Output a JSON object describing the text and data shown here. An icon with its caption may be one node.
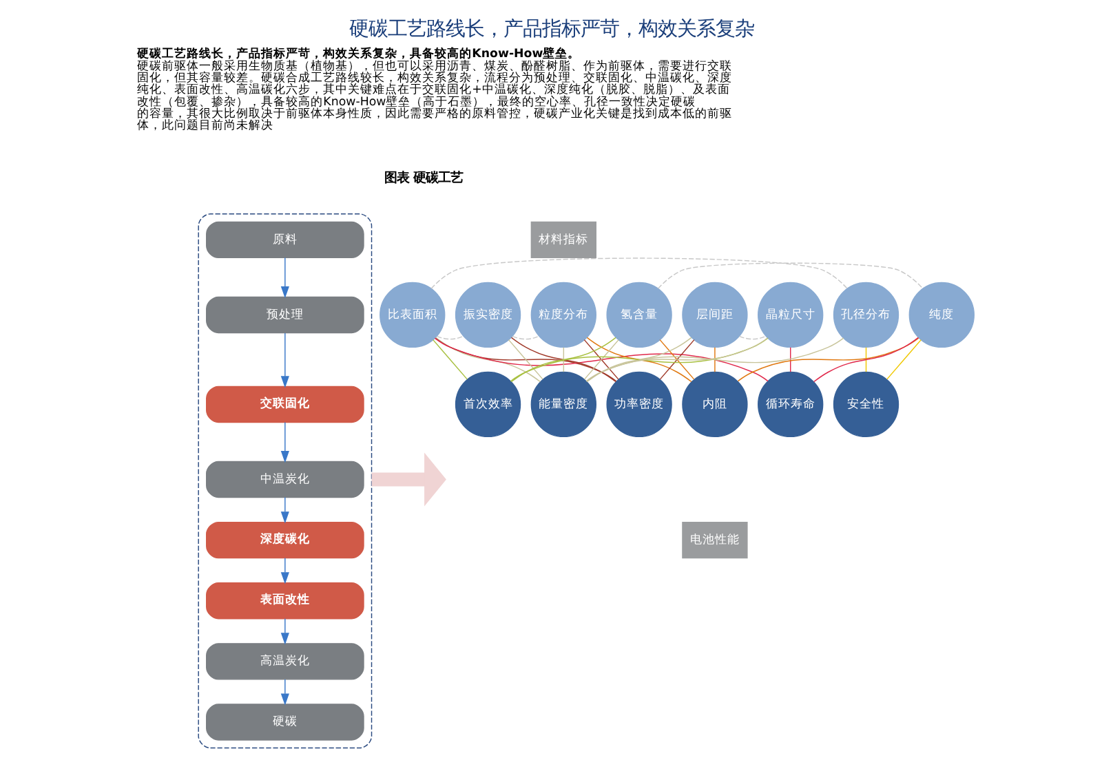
{
  "diagram": {
    "title": "硬碳工艺路线长，产品指标严苛，构效关系复杂",
    "nodes": [
      {
        "text": [],
        "shape": "box"
      },
      {
        "text": [
          "原料"
        ],
        "in": 0
      },
      {
        "text": [
          "预处理"
        ],
        "in": 0
      },
      {
        "text": [
          "交联固化"
        ],
        "in": 0
      },
      {
        "text": [
          "中温炭化"
        ],
        "in": 0
      },
      {
        "text": [
          "深度碳化"
        ],
        "in": 0
      },
      {
        "text": [
          "表面改性"
        ],
        "in": 0
      },
      {
        "text": [
          "高温炭化"
        ],
        "in": 0
      },
      {
        "text": [
          "硬碳"
        ],
        "in": 0
      },
      {
        "text": [
          "材料指标"
        ]
      },
      {
        "text": [
          "比表面积"
        ]
      },
      {
        "text": [
          "振实密度"
        ]
      },
      {
        "text": [
          "粒度分布"
        ]
      },
      {
        "text": [
          "氢含量"
        ]
      },
      {
        "text": [
          "层间距"
        ]
      },
      {
        "text": [
          "晶粒尺寸"
        ]
      },
      {
        "text": [
          "孔径分布"
        ]
      },
      {
        "text": [
          "纯度"
        ]
      },
      {
        "text": [
          "首次效率"
        ]
      },
      {
        "text": [
          "能量密度"
        ]
      },
      {
        "text": [
          "功率密度"
        ]
      },
      {
        "text": [
          "内阻"
        ]
      },
      {
        "text": [
          "循环寿命"
        ]
      },
      {
        "text": [
          "安全性"
        ]
      },
      {
        "text": [
          "电池性能"
        ]
      }
    ],
    "edges": [
      {
        "from": 1,
        "to": 2,
        "arrow": "to"
      },
      {
        "from": 2,
        "to": 3,
        "arrow": "to"
      },
      {
        "from": 3,
        "to": 4,
        "arrow": "to"
      },
      {
        "from": 4,
        "to": 5,
        "arrow": "to"
      },
      {
        "from": 5,
        "to": 6,
        "arrow": "to"
      },
      {
        "from": 6,
        "to": 7,
        "arrow": "to"
      },
      {
        "from": 7,
        "to": 8,
        "arrow": "to"
      },
      {
        "from": 0,
        "to": null,
        "arrow": "to",
        "style": "thick",
        "color": "#f0d4d4"
      },
      {
        "from": 10,
        "to": 11,
        "arrow": "none",
        "style": "dashed",
        "color": "#c8c8c8"
      },
      {
        "from": 11,
        "to": 12,
        "arrow": "none",
        "style": "dashed",
        "color": "#c8c8c8"
      },
      {
        "from": 10,
        "to": 16,
        "arrow": "none",
        "style": "dashed",
        "color": "#c8c8c8"
      },
      {
        "from": 13,
        "to": 17,
        "arrow": "none",
        "style": "dashed",
        "color": "#c8c8c8"
      },
      {
        "from": 14,
        "to": 15,
        "arrow": "none",
        "style": "dashed",
        "color": "#c8c8c8"
      },
      {
        "from": 10,
        "to": 18,
        "arrow": "none",
        "color": "#a8c040"
      },
      {
        "from": 10,
        "to": 19,
        "arrow": "none",
        "color": "#c8c49a"
      },
      {
        "from": 10,
        "to": 20,
        "arrow": "none",
        "color": "#a03a2a"
      },
      {
        "from": 10,
        "to": 22,
        "arrow": "none",
        "color": "#e0284a"
      },
      {
        "from": 11,
        "to": 19,
        "arrow": "none",
        "color": "#c8c49a"
      },
      {
        "from": 11,
        "to": 20,
        "arrow": "none",
        "color": "#a03a2a"
      },
      {
        "from": 12,
        "to": 19,
        "arrow": "none",
        "color": "#c8c49a"
      },
      {
        "from": 12,
        "to": 20,
        "arrow": "none",
        "color": "#a03a2a"
      },
      {
        "from": 12,
        "to": 21,
        "arrow": "none",
        "color": "#e07810"
      },
      {
        "from": 13,
        "to": 18,
        "arrow": "none",
        "color": "#a8c040"
      },
      {
        "from": 13,
        "to": 19,
        "arrow": "none",
        "color": "#c8c49a"
      },
      {
        "from": 13,
        "to": 21,
        "arrow": "none",
        "color": "#e07810"
      },
      {
        "from": 14,
        "to": 19,
        "arrow": "none",
        "color": "#c8c49a"
      },
      {
        "from": 14,
        "to": 20,
        "arrow": "none",
        "color": "#a03a2a"
      },
      {
        "from": 14,
        "to": 21,
        "arrow": "none",
        "color": "#e07810"
      },
      {
        "from": 15,
        "to": 18,
        "arrow": "none",
        "color": "#a8c040"
      },
      {
        "from": 15,
        "to": 19,
        "arrow": "none",
        "color": "#c8c49a"
      },
      {
        "from": 15,
        "to": 22,
        "arrow": "none",
        "color": "#e0284a"
      },
      {
        "from": 16,
        "to": 19,
        "arrow": "none",
        "color": "#c8c49a"
      },
      {
        "from": 16,
        "to": 23,
        "arrow": "none",
        "color": "#f0c800"
      },
      {
        "from": 17,
        "to": 21,
        "arrow": "none",
        "color": "#e07810"
      },
      {
        "from": 17,
        "to": 22,
        "arrow": "none",
        "color": "#e0284a"
      },
      {
        "from": 17,
        "to": 23,
        "arrow": "none",
        "color": "#f0c800"
      }
    ],
    "labels": [
      "**硬碳工艺路线长，产品指标严苛，构效关系复杂，具备较高的Know-How壁垒。**硬碳前驱体一般采用生物质基（植物基），但也可以采用沥青、煤炭、酚醛树脂、作为前驱体，需要进行交联固化，但其容量较差。硬碳合成工艺路线较长，构效关系复杂，流程分为预处理、交联固化、中温碳化、深度纯化、表面改性、高温碳化六步，其中关键难点在于交联固化+中温碳化、深度纯化（脱胶、脱脂）、及表面改性（包覆、掺杂），具备较高的Know-How壁垒（高于石墨），最终的空心率、孔径一致性决定硬碳的容量，其很大比例取决于前驱体本身性质，因此需要严格的原料管控，硬碳产业化关键是找到成本低的前驱体，此问题目前尚未解决",
      "图表 硬碳工艺"
    ]
  }
}
